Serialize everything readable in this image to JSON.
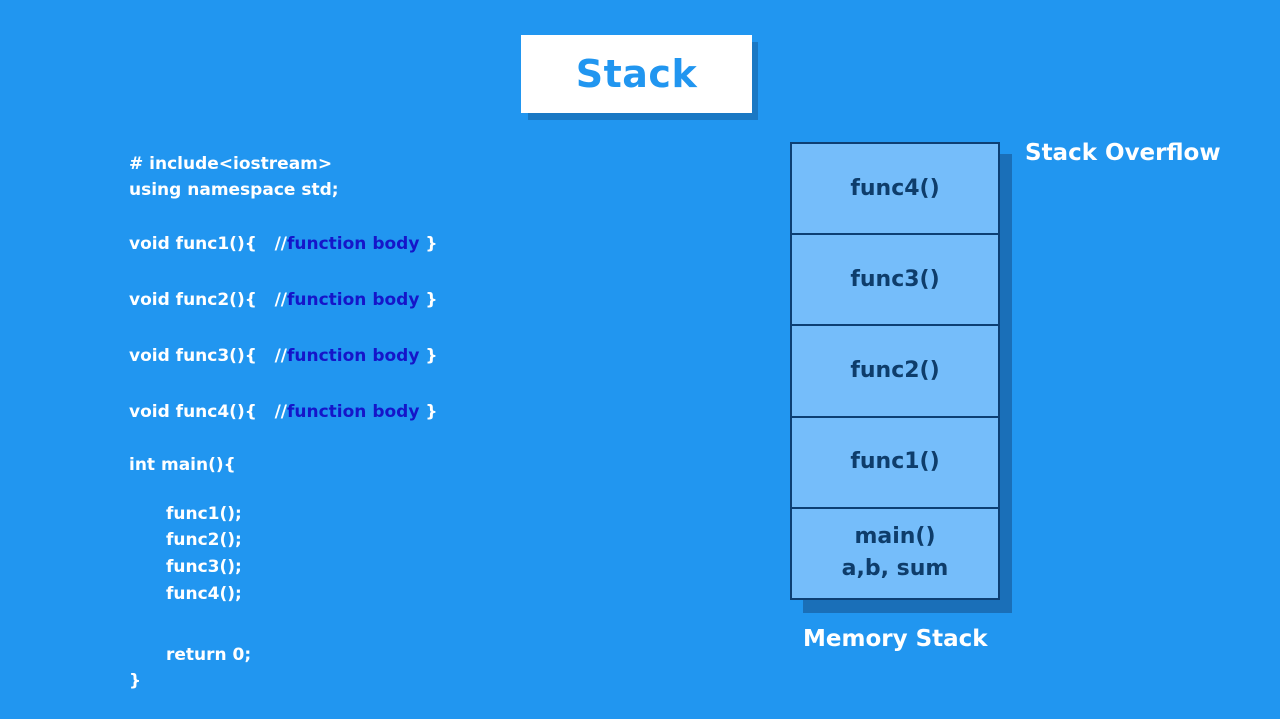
{
  "title": "Stack",
  "code": {
    "include": "# include<iostream>",
    "using": "using namespace std;",
    "func1_sig": "void func1(){   //",
    "func2_sig": "void func2(){   //",
    "func3_sig": "void func3(){   //",
    "func4_sig": "void func4(){   //",
    "comment": "function body",
    "close_brace": " }",
    "main_sig": "int main(){",
    "call1": "func1();",
    "call2": "func2();",
    "call3": "func3();",
    "call4": "func4();",
    "return": "return 0;",
    "main_close": "}"
  },
  "stack": {
    "frames": [
      "func4()",
      "func3()",
      "func2()",
      "func1()"
    ],
    "main_frame": {
      "name": "main()",
      "vars": "a,b, sum"
    },
    "overflow_label": "Stack Overflow",
    "caption": "Memory Stack"
  },
  "colors": {
    "background": "#2196f0",
    "frame_fill": "#75bdfa",
    "frame_border": "#0d3f73",
    "comment": "#1515c9"
  }
}
